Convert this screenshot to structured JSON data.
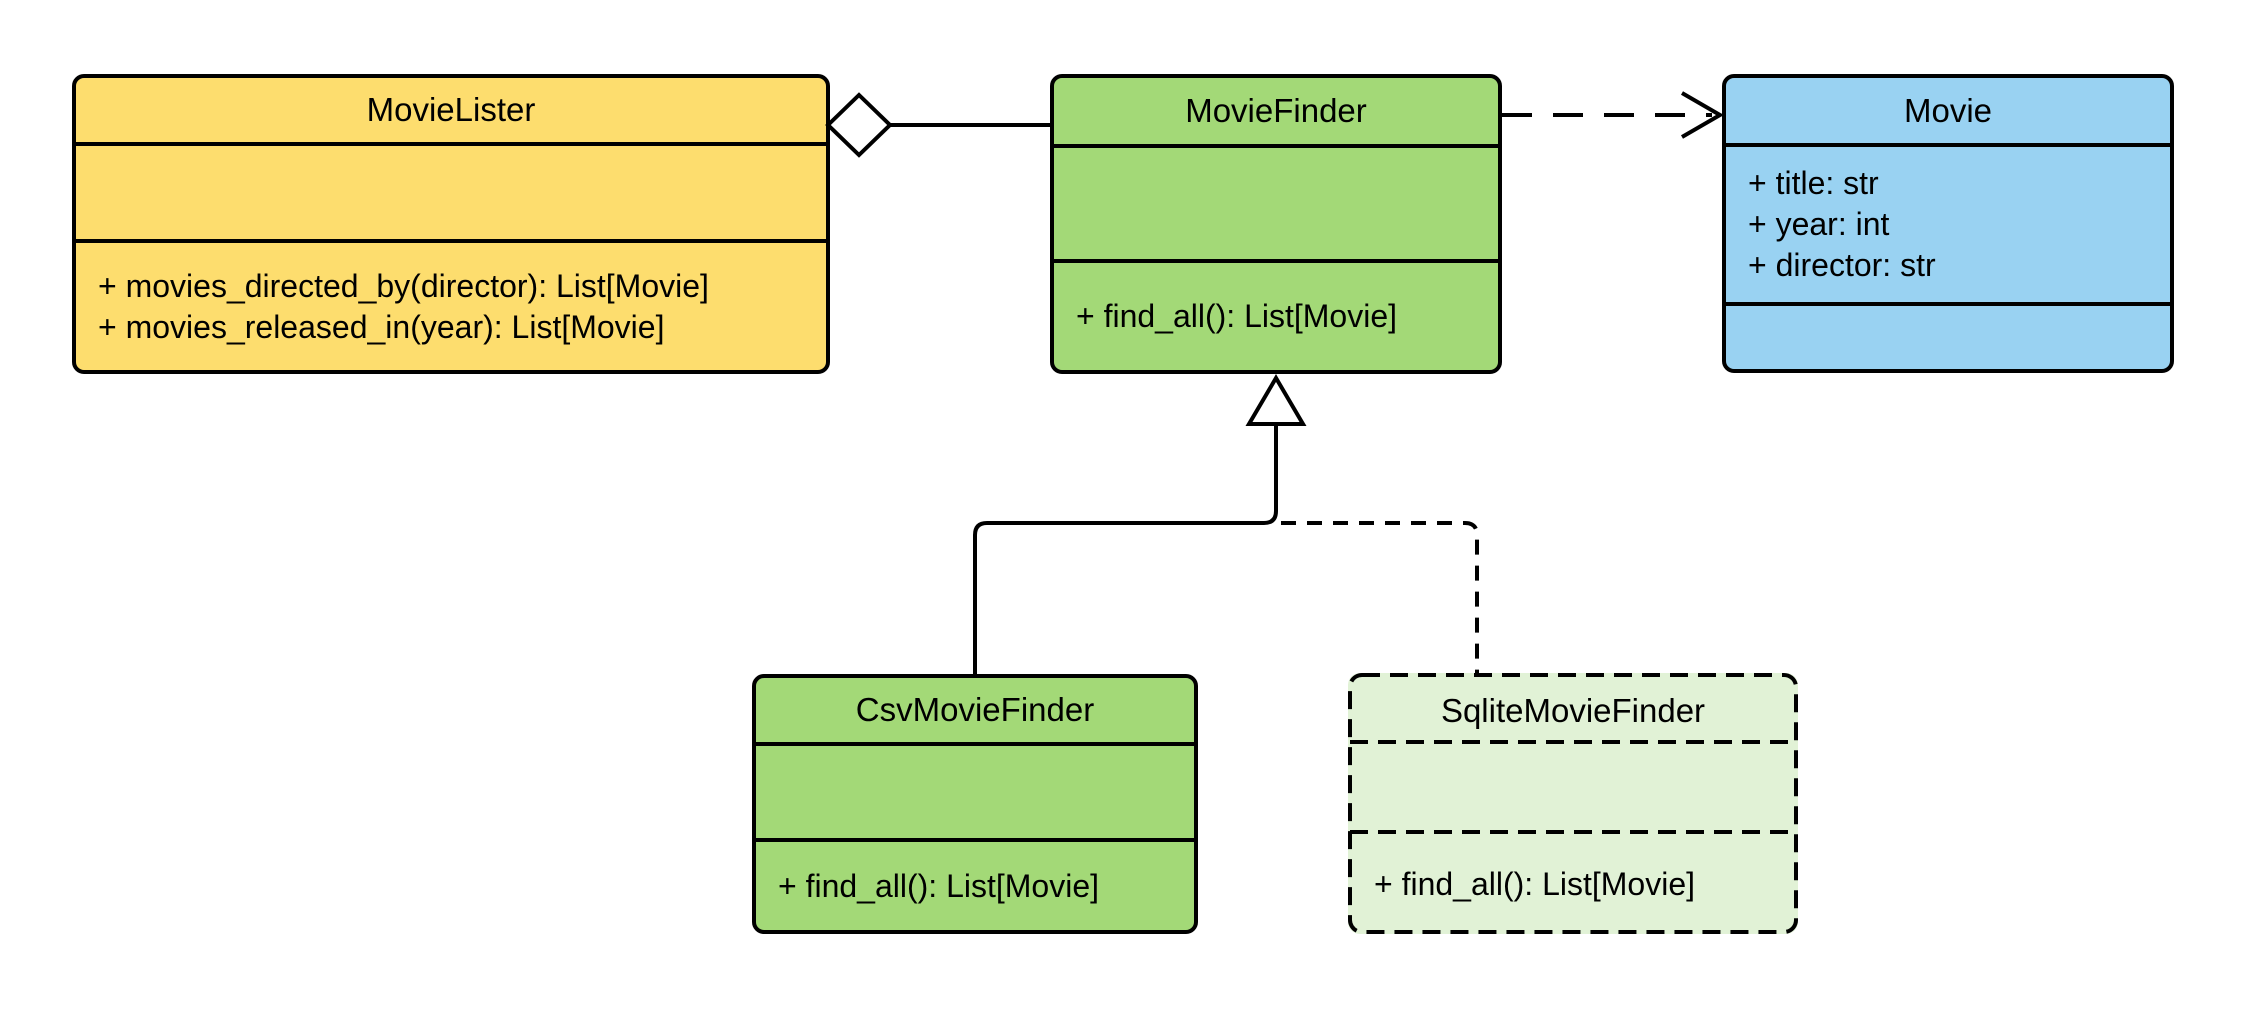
{
  "diagram": {
    "type": "uml-class-diagram",
    "background": "#FFFFFF",
    "stroke_color": "#000000",
    "classes": {
      "movie_lister": {
        "name": "MovieLister",
        "fill": "#FDDD6E",
        "border": "solid",
        "attributes": [],
        "methods": [
          "+ movies_directed_by(director): List[Movie]",
          "+ movies_released_in(year): List[Movie]"
        ]
      },
      "movie_finder": {
        "name": "MovieFinder",
        "fill": "#A3D977",
        "border": "solid",
        "attributes": [],
        "methods": [
          "+ find_all(): List[Movie]"
        ]
      },
      "movie": {
        "name": "Movie",
        "fill": "#99D2F2",
        "border": "solid",
        "attributes": [
          "+ title: str",
          "+ year: int",
          "+ director: str"
        ],
        "methods": []
      },
      "csv_movie_finder": {
        "name": "CsvMovieFinder",
        "fill": "#A3D977",
        "border": "solid",
        "attributes": [],
        "methods": [
          "+ find_all(): List[Movie]"
        ]
      },
      "sqlite_movie_finder": {
        "name": "SqliteMovieFinder",
        "fill": "#E1F2D6",
        "border": "dashed",
        "attributes": [],
        "methods": [
          "+ find_all(): List[Movie]"
        ]
      }
    },
    "relationships": [
      {
        "type": "aggregation",
        "from": "MovieLister",
        "to": "MovieFinder",
        "line": "solid",
        "marker": "hollow-diamond"
      },
      {
        "type": "dependency",
        "from": "MovieFinder",
        "to": "Movie",
        "line": "dashed",
        "marker": "open-arrow"
      },
      {
        "type": "inheritance",
        "from": "CsvMovieFinder",
        "to": "MovieFinder",
        "line": "solid",
        "marker": "hollow-triangle"
      },
      {
        "type": "inheritance",
        "from": "SqliteMovieFinder",
        "to": "MovieFinder",
        "line": "dashed",
        "marker": "hollow-triangle"
      }
    ]
  }
}
